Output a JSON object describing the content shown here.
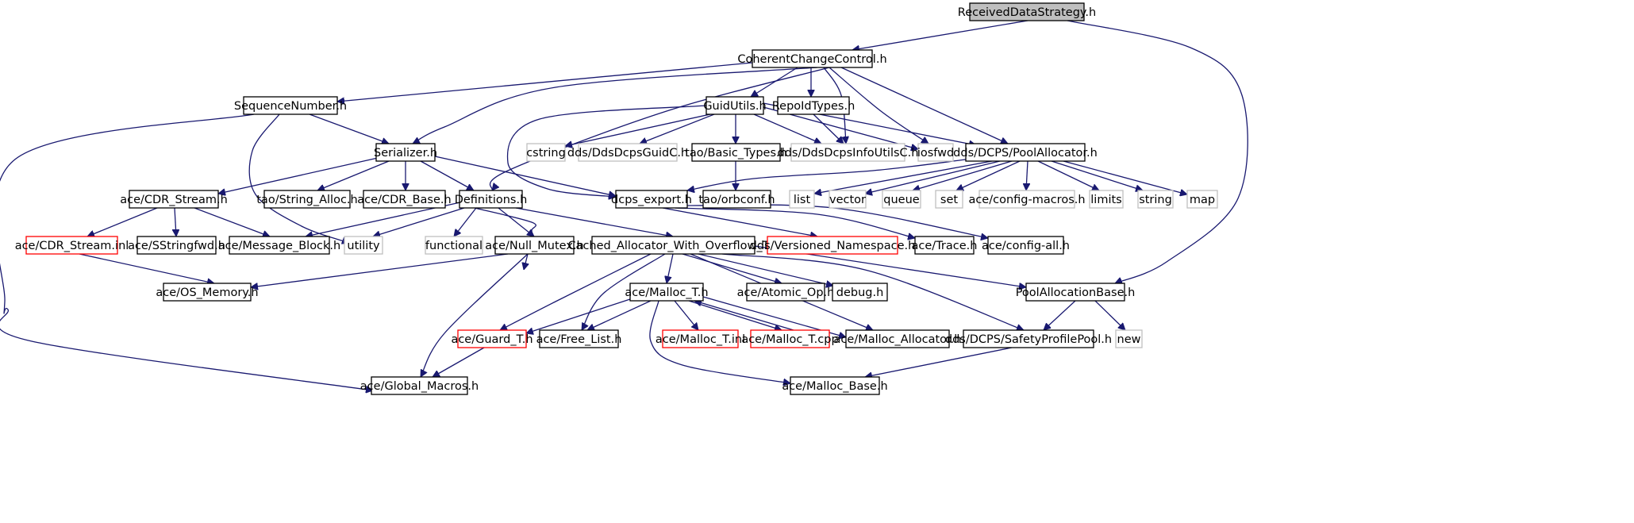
{
  "graph": {
    "colors": {
      "edge": "#191970",
      "root_fill": "#bfbfbf",
      "node_border": "#000000",
      "system_header_border": "#bfbfbf",
      "truncated_border": "#ff0000",
      "background": "#ffffff"
    },
    "nodes": [
      {
        "id": "received",
        "label": "ReceivedDataStrategy.h",
        "kind": "root"
      },
      {
        "id": "coherent",
        "label": "CoherentChangeControl.h",
        "kind": "normal"
      },
      {
        "id": "seqnum",
        "label": "SequenceNumber.h",
        "kind": "normal"
      },
      {
        "id": "guidutils",
        "label": "GuidUtils.h",
        "kind": "normal"
      },
      {
        "id": "repoid",
        "label": "RepoIdTypes.h",
        "kind": "normal"
      },
      {
        "id": "serializer",
        "label": "Serializer.h",
        "kind": "normal"
      },
      {
        "id": "cstring",
        "label": "cstring",
        "kind": "system"
      },
      {
        "id": "ddsguidc",
        "label": "dds/DdsDcpsGuidC.h",
        "kind": "system"
      },
      {
        "id": "taobasic",
        "label": "tao/Basic_Types.h",
        "kind": "normal"
      },
      {
        "id": "ddsinfo",
        "label": "dds/DdsDcpsInfoUtilsC.h",
        "kind": "system"
      },
      {
        "id": "iosfwd",
        "label": "iosfwd",
        "kind": "system"
      },
      {
        "id": "poolalloc",
        "label": "dds/DCPS/PoolAllocator.h",
        "kind": "normal"
      },
      {
        "id": "cdrstream",
        "label": "ace/CDR_Stream.h",
        "kind": "normal"
      },
      {
        "id": "stralloc",
        "label": "tao/String_Alloc.h",
        "kind": "normal"
      },
      {
        "id": "cdrbase",
        "label": "ace/CDR_Base.h",
        "kind": "normal"
      },
      {
        "id": "definitions",
        "label": "Definitions.h",
        "kind": "normal"
      },
      {
        "id": "dcpsexport",
        "label": "dcps_export.h",
        "kind": "normal"
      },
      {
        "id": "orbconf",
        "label": "tao/orbconf.h",
        "kind": "normal"
      },
      {
        "id": "list",
        "label": "list",
        "kind": "system"
      },
      {
        "id": "vector",
        "label": "vector",
        "kind": "system"
      },
      {
        "id": "queue",
        "label": "queue",
        "kind": "system"
      },
      {
        "id": "set",
        "label": "set",
        "kind": "system"
      },
      {
        "id": "configmacros",
        "label": "ace/config-macros.h",
        "kind": "system"
      },
      {
        "id": "limits",
        "label": "limits",
        "kind": "system"
      },
      {
        "id": "string",
        "label": "string",
        "kind": "system"
      },
      {
        "id": "map",
        "label": "map",
        "kind": "system"
      },
      {
        "id": "cdrinl",
        "label": "ace/CDR_Stream.inl",
        "kind": "truncated"
      },
      {
        "id": "sstringfwd",
        "label": "ace/SStringfwd.h",
        "kind": "normal"
      },
      {
        "id": "msgblock",
        "label": "ace/Message_Block.h",
        "kind": "normal"
      },
      {
        "id": "utility",
        "label": "utility",
        "kind": "system"
      },
      {
        "id": "functional",
        "label": "functional",
        "kind": "system"
      },
      {
        "id": "nullmutex",
        "label": "ace/Null_Mutex.h",
        "kind": "normal"
      },
      {
        "id": "cached",
        "label": "Cached_Allocator_With_Overflow_T.h",
        "kind": "normal"
      },
      {
        "id": "versioned",
        "label": "dds/Versioned_Namespace.h",
        "kind": "truncated"
      },
      {
        "id": "trace",
        "label": "ace/Trace.h",
        "kind": "normal"
      },
      {
        "id": "configall",
        "label": "ace/config-all.h",
        "kind": "normal"
      },
      {
        "id": "osmem",
        "label": "ace/OS_Memory.h",
        "kind": "normal"
      },
      {
        "id": "malloct",
        "label": "ace/Malloc_T.h",
        "kind": "normal"
      },
      {
        "id": "atomic",
        "label": "ace/Atomic_Op.h",
        "kind": "normal"
      },
      {
        "id": "debug",
        "label": "debug.h",
        "kind": "normal"
      },
      {
        "id": "poolbase",
        "label": "PoolAllocationBase.h",
        "kind": "normal"
      },
      {
        "id": "guardt",
        "label": "ace/Guard_T.h",
        "kind": "truncated"
      },
      {
        "id": "freelist",
        "label": "ace/Free_List.h",
        "kind": "normal"
      },
      {
        "id": "mallocinl",
        "label": "ace/Malloc_T.inl",
        "kind": "truncated"
      },
      {
        "id": "malloccpp",
        "label": "ace/Malloc_T.cpp",
        "kind": "truncated"
      },
      {
        "id": "mallocalloc",
        "label": "ace/Malloc_Allocator.h",
        "kind": "normal"
      },
      {
        "id": "safety",
        "label": "dds/DCPS/SafetyProfilePool.h",
        "kind": "normal"
      },
      {
        "id": "new",
        "label": "new",
        "kind": "system"
      },
      {
        "id": "globalmacros",
        "label": "ace/Global_Macros.h",
        "kind": "normal"
      },
      {
        "id": "mallocbase",
        "label": "ace/Malloc_Base.h",
        "kind": "normal"
      }
    ],
    "edges": [
      {
        "from": "received",
        "to": "coherent"
      },
      {
        "from": "received",
        "to": "poolbase"
      },
      {
        "from": "coherent",
        "to": "seqnum"
      },
      {
        "from": "coherent",
        "to": "serializer"
      },
      {
        "from": "coherent",
        "to": "definitions"
      },
      {
        "from": "coherent",
        "to": "guidutils"
      },
      {
        "from": "coherent",
        "to": "repoid"
      },
      {
        "from": "coherent",
        "to": "ddsinfo"
      },
      {
        "from": "coherent",
        "to": "iosfwd"
      },
      {
        "from": "coherent",
        "to": "poolalloc"
      },
      {
        "from": "seqnum",
        "to": "serializer"
      },
      {
        "from": "seqnum",
        "to": "utility"
      },
      {
        "from": "seqnum",
        "to": "globalmacros"
      },
      {
        "from": "guidutils",
        "to": "cstring"
      },
      {
        "from": "guidutils",
        "to": "ddsguidc"
      },
      {
        "from": "guidutils",
        "to": "taobasic"
      },
      {
        "from": "guidutils",
        "to": "ddsinfo"
      },
      {
        "from": "guidutils",
        "to": "iosfwd"
      },
      {
        "from": "guidutils",
        "to": "poolalloc"
      },
      {
        "from": "guidutils",
        "to": "dcpsexport"
      },
      {
        "from": "repoid",
        "to": "ddsinfo"
      },
      {
        "from": "taobasic",
        "to": "orbconf"
      },
      {
        "from": "serializer",
        "to": "cdrstream"
      },
      {
        "from": "serializer",
        "to": "stralloc"
      },
      {
        "from": "serializer",
        "to": "cdrbase"
      },
      {
        "from": "serializer",
        "to": "definitions"
      },
      {
        "from": "serializer",
        "to": "dcpsexport"
      },
      {
        "from": "poolalloc",
        "to": "list"
      },
      {
        "from": "poolalloc",
        "to": "vector"
      },
      {
        "from": "poolalloc",
        "to": "queue"
      },
      {
        "from": "poolalloc",
        "to": "set"
      },
      {
        "from": "poolalloc",
        "to": "configmacros"
      },
      {
        "from": "poolalloc",
        "to": "limits"
      },
      {
        "from": "poolalloc",
        "to": "string"
      },
      {
        "from": "poolalloc",
        "to": "map"
      },
      {
        "from": "poolalloc",
        "to": "dcpsexport"
      },
      {
        "from": "cdrstream",
        "to": "cdrinl"
      },
      {
        "from": "cdrstream",
        "to": "sstringfwd"
      },
      {
        "from": "cdrstream",
        "to": "msgblock"
      },
      {
        "from": "cdrinl",
        "to": "osmem"
      },
      {
        "from": "definitions",
        "to": "msgblock"
      },
      {
        "from": "definitions",
        "to": "utility"
      },
      {
        "from": "definitions",
        "to": "functional"
      },
      {
        "from": "definitions",
        "to": "nullmutex"
      },
      {
        "from": "definitions",
        "to": "cached"
      },
      {
        "from": "definitions",
        "to": "globalmacros"
      },
      {
        "from": "dcpsexport",
        "to": "versioned"
      },
      {
        "from": "dcpsexport",
        "to": "trace"
      },
      {
        "from": "dcpsexport",
        "to": "configall"
      },
      {
        "from": "nullmutex",
        "to": "osmem"
      },
      {
        "from": "nullmutex",
        "to": "globalmacros"
      },
      {
        "from": "cached",
        "to": "guardt"
      },
      {
        "from": "cached",
        "to": "freelist"
      },
      {
        "from": "cached",
        "to": "malloct"
      },
      {
        "from": "cached",
        "to": "atomic"
      },
      {
        "from": "cached",
        "to": "debug"
      },
      {
        "from": "cached",
        "to": "mallocalloc"
      },
      {
        "from": "cached",
        "to": "safety"
      },
      {
        "from": "cached",
        "to": "poolbase"
      },
      {
        "from": "malloct",
        "to": "guardt"
      },
      {
        "from": "malloct",
        "to": "freelist"
      },
      {
        "from": "malloct",
        "to": "mallocinl"
      },
      {
        "from": "malloct",
        "to": "malloccpp"
      },
      {
        "from": "malloct",
        "to": "mallocalloc"
      },
      {
        "from": "malloct",
        "to": "mallocbase"
      },
      {
        "from": "malloccpp",
        "to": "malloct"
      },
      {
        "from": "guardt",
        "to": "globalmacros"
      },
      {
        "from": "poolbase",
        "to": "safety"
      },
      {
        "from": "poolbase",
        "to": "new"
      },
      {
        "from": "safety",
        "to": "mallocbase"
      }
    ]
  }
}
